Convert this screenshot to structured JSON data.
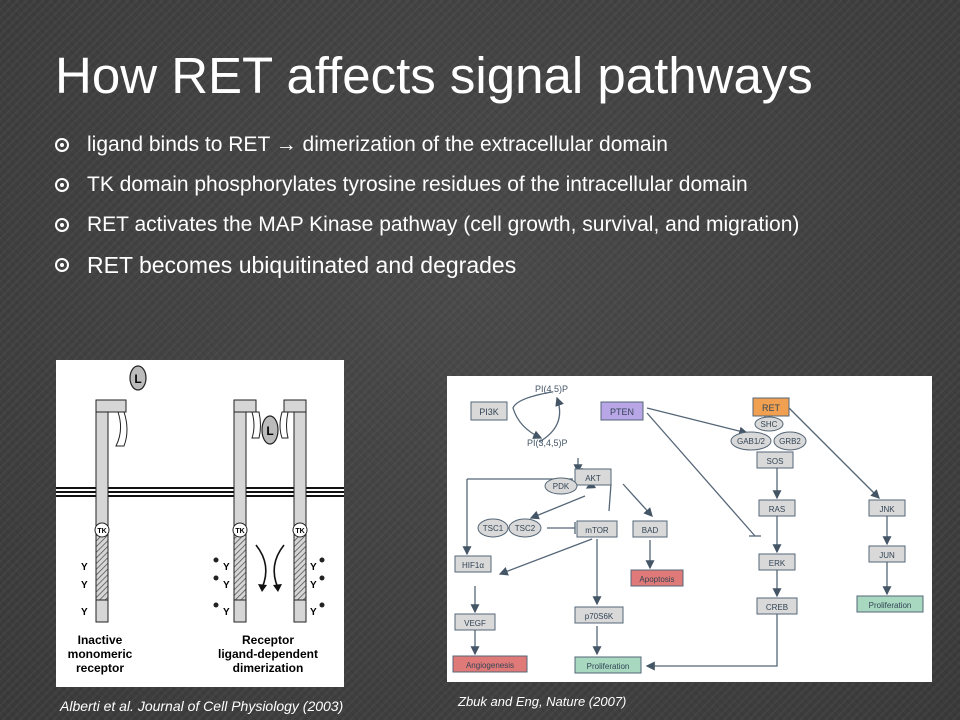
{
  "slide": {
    "title": "How RET affects signal pathways",
    "bullets": [
      {
        "text": "ligand binds to RET → dimerization of the extracellular domain"
      },
      {
        "text": "TK domain phosphorylates tyrosine residues of the intracellular domain"
      },
      {
        "text": "RET activates the MAP Kinase pathway (cell growth, survival, and migration)"
      },
      {
        "text": "RET becomes ubiquitinated and degrades"
      }
    ]
  },
  "figure_left": {
    "ligand": "L",
    "tk": "TK",
    "y": "Y",
    "label_inactive": [
      "Inactive",
      "monomeric",
      "receptor"
    ],
    "label_receptor": [
      "Receptor",
      "ligand-dependent",
      "dimerization"
    ],
    "caption": "Alberti et al. Journal of Cell Physiology (2003)"
  },
  "figure_right": {
    "nodes": {
      "pi45p": "PI(4,5)P",
      "pi345p": "PI(3,4,5)P",
      "pi3k": "PI3K",
      "pten": "PTEN",
      "ret": "RET",
      "shc": "SHC",
      "gab12": "GAB1/2",
      "grb2": "GRB2",
      "sos": "SOS",
      "akt": "AKT",
      "pdk": "PDK",
      "tsc1": "TSC1",
      "tsc2": "TSC2",
      "mtor": "mTOR",
      "bad": "BAD",
      "apoptosis": "Apoptosis",
      "hif1a": "HIF1α",
      "vegf": "VEGF",
      "angiogenesis": "Angiogenesis",
      "p70s6k": "p70S6K",
      "proliferation_center": "Proliferation",
      "ras": "RAS",
      "erk": "ERK",
      "creb": "CREB",
      "jnk": "JNK",
      "jun": "JUN",
      "proliferation_right": "Proliferation"
    },
    "caption": "Zbuk and Eng, Nature (2007)",
    "colors": {
      "ret": "#f0a050",
      "pten": "#b8a6e6",
      "outcome_red": "#e07a78",
      "outcome_green": "#a8d8c0",
      "box": "#d9d9d9"
    }
  }
}
